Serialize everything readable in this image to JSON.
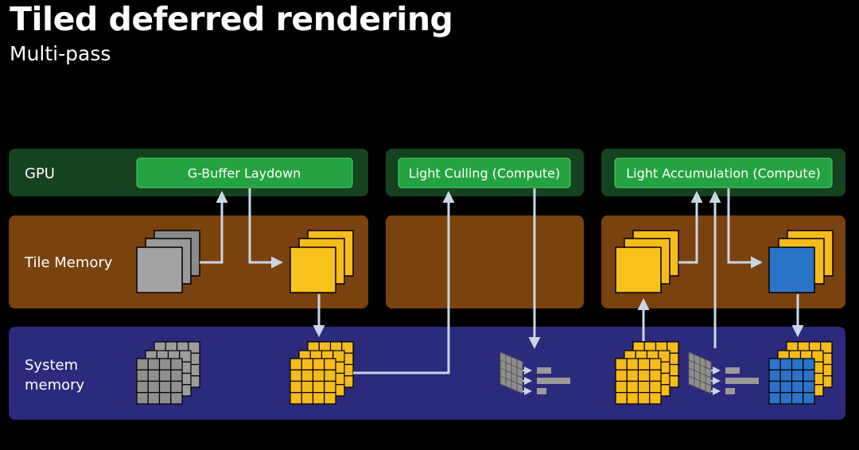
{
  "title": "Tiled deferred rendering",
  "subtitle": "Multi-pass",
  "rows": {
    "gpu": "GPU",
    "tile_memory": "Tile Memory",
    "system_memory_line1": "System",
    "system_memory_line2": "memory"
  },
  "passes": {
    "gbuffer": "G-Buffer Laydown",
    "culling": "Light Culling (Compute)",
    "accumulation": "Light Accumulation (Compute)"
  },
  "colors": {
    "gpu_band": "#15421f",
    "pass_box": "#25a340",
    "tile_band": "#7a420f",
    "system_band": "#2c2a7c",
    "gray_tile": "#8f8f8f",
    "yellow_tile": "#f5bc1b",
    "blue_tile": "#2a73c8",
    "arrow": "#c9d6e4"
  }
}
